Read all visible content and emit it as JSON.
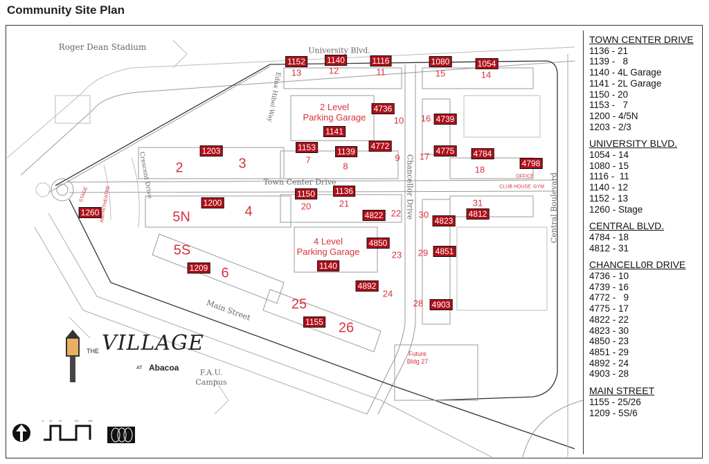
{
  "title": "Community Site Plan",
  "legend": [
    {
      "heading": "TOWN CENTER DRIVE",
      "items": [
        "1136 - 21",
        "1139 -   8",
        "1140 - 4L Garage",
        "1141 - 2L Garage",
        "1150 - 20",
        "1153 -   7",
        "1200 - 4/5N",
        "1203 - 2/3"
      ]
    },
    {
      "heading": "UNIVERSITY BLVD.",
      "items": [
        "1054 - 14",
        "1080 - 15",
        "1116 -  11",
        "1140 - 12",
        "1152 - 13",
        "1260 - Stage"
      ]
    },
    {
      "heading": "CENTRAL BLVD.",
      "items": [
        "4784 - 18",
        "4812 - 31"
      ]
    },
    {
      "heading": "CHANCELL0R DRIVE",
      "items": [
        "4736 - 10",
        "4739 - 16",
        "4772 -   9",
        "4775 - 17",
        "4822 - 22",
        "4823 - 30",
        "4850 - 23",
        "4851 - 29",
        "4892 - 24",
        "4903 - 28"
      ]
    },
    {
      "heading": "MAIN STREET",
      "items": [
        "1155 - 25/26",
        "1209 - 5S/6"
      ]
    }
  ],
  "tags": [
    "1152",
    "1140",
    "1116",
    "1080",
    "1054",
    "4736",
    "4739",
    "1141",
    "1153",
    "1139",
    "4772",
    "4775",
    "4784",
    "4798",
    "1150",
    "1136",
    "4822",
    "4823",
    "4812",
    "4850",
    "4851",
    "1140",
    "4892",
    "4903",
    "1155",
    "1203",
    "1200",
    "1209",
    "1260"
  ],
  "buildings": [
    "13",
    "12",
    "11",
    "15",
    "14",
    "10",
    "16",
    "7",
    "8",
    "9",
    "17",
    "18",
    "20",
    "21",
    "22",
    "30",
    "31",
    "23",
    "29",
    "24",
    "28",
    "25",
    "26",
    "2",
    "3",
    "4",
    "5N",
    "5S",
    "6"
  ],
  "garages": {
    "g2": [
      "2 Level",
      "Parking Garage"
    ],
    "g4": [
      "4 Level",
      "Parking Garage"
    ],
    "future": [
      "Future",
      "Bldg 27"
    ]
  },
  "amenities": {
    "office": "OFFICE",
    "club": "CLUB HOUSE",
    "gym": "GYM",
    "stage": "STAGE",
    "amph": "AMPHITHEATRE"
  },
  "streets": {
    "stadium": "Roger Dean Stadium",
    "university": "University Blvd.",
    "town": "Town Center Drive",
    "chancellor": "Chancellor Drive",
    "central": "Central Boulevard",
    "main": "Main Street",
    "edna": "Edna Hibel Way",
    "crescent": "Crescent Drive",
    "fau": [
      "F.A.U.",
      "Campus"
    ]
  },
  "logo": {
    "the": "THE",
    "village": "VILLAGE",
    "at": "AT",
    "abacoa": "Abacoa"
  },
  "scale": [
    "0",
    "30",
    "60",
    "120",
    "180"
  ],
  "colors": {
    "tag": "#b0101a",
    "label": "#d8323c"
  }
}
